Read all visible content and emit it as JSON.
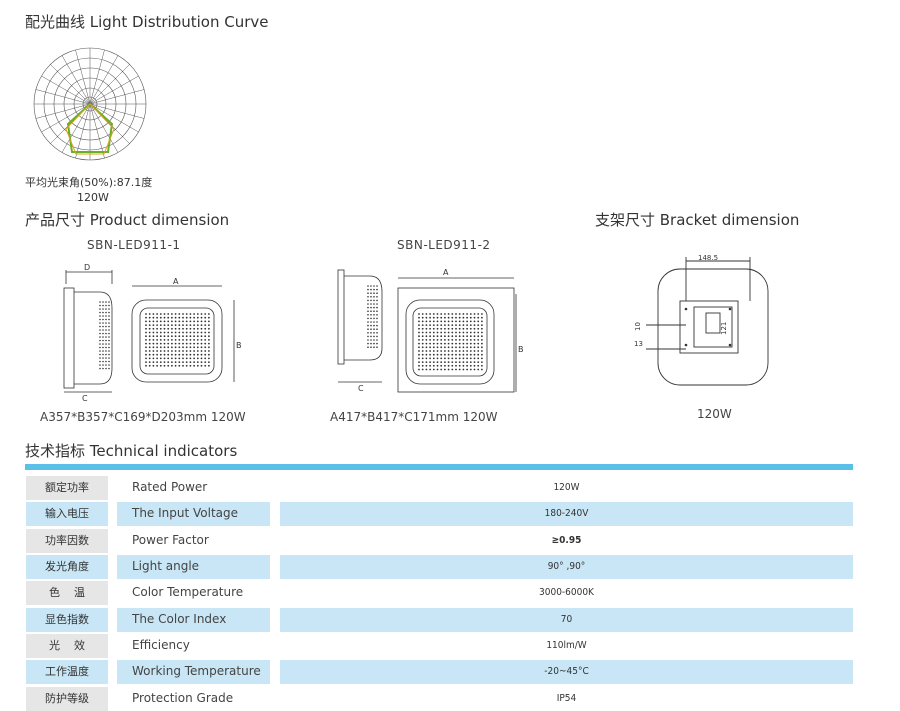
{
  "sections": {
    "light_curve_title": "配光曲线   Light Distribution Curve",
    "product_title": "产品尺寸 Product dimension",
    "bracket_title": "支架尺寸  Bracket dimension",
    "technical_title": "技术指标  Technical indicators"
  },
  "curve": {
    "beam_angle_text": "平均光束角(50%):87.1度",
    "power": "120W"
  },
  "products": [
    {
      "model": "SBN-LED911-1",
      "dims": "A357*B357*C169*D203mm   120W",
      "labels": {
        "a": "A",
        "b": "B",
        "c": "C",
        "d": "D"
      }
    },
    {
      "model": "SBN-LED911-2",
      "dims": "A417*B417*C171mm   120W",
      "labels": {
        "a": "A",
        "b": "B",
        "c": "C"
      }
    }
  ],
  "bracket": {
    "width_label": "148.5",
    "height_label": "121",
    "left_label_top": "10",
    "left_label_bottom": "13",
    "power": "120W"
  },
  "specs": [
    {
      "cn": "额定功率",
      "en": "Rated Power",
      "value": "120W"
    },
    {
      "cn": "输入电压",
      "en": "The Input Voltage",
      "value": "180-240V"
    },
    {
      "cn": "功率因数",
      "en": "Power Factor",
      "value": "≥0.95"
    },
    {
      "cn": "发光角度",
      "en": "Light angle",
      "value": "90°  ,90°"
    },
    {
      "cn": "色    温",
      "en": "Color Temperature",
      "value": "3000-6000K"
    },
    {
      "cn": "显色指数",
      "en": "The Color Index",
      "value": "70"
    },
    {
      "cn": "光    效",
      "en": "Efficiency",
      "value": "110lm/W"
    },
    {
      "cn": "工作温度",
      "en": "Working Temperature",
      "value": "-20~45°C"
    },
    {
      "cn": "防护等级",
      "en": "Protection Grade",
      "value": "IP54"
    }
  ]
}
